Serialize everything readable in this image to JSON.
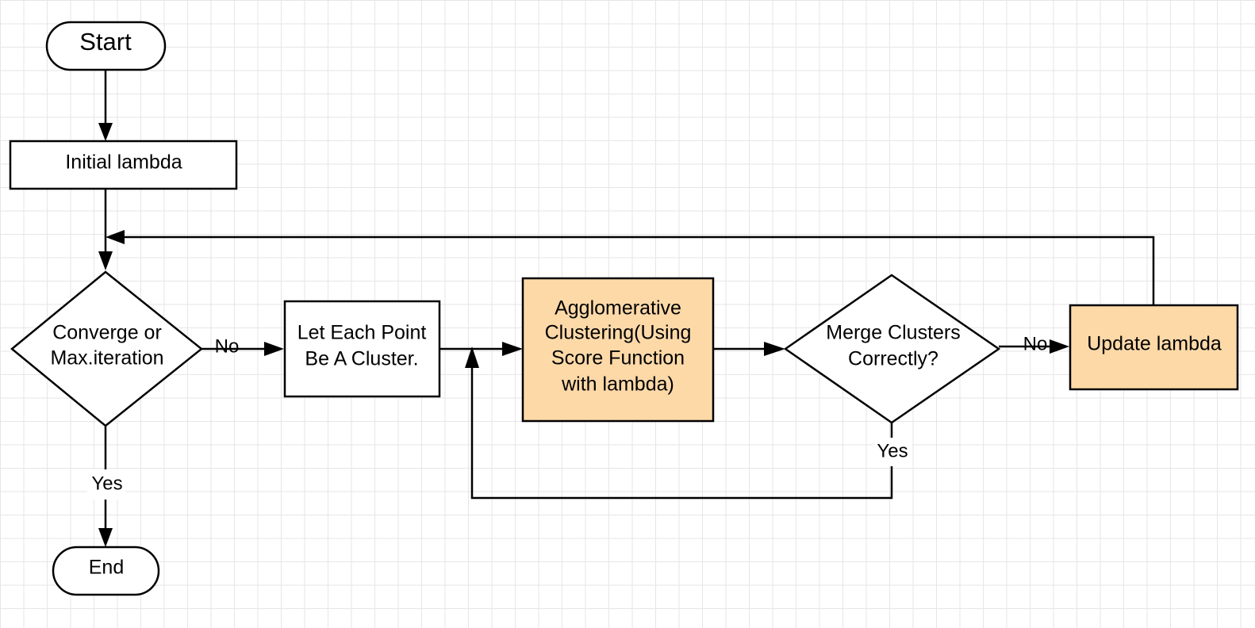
{
  "colors": {
    "highlight": "#fdd9a8",
    "default": "#ffffff",
    "line": "#000000"
  },
  "nodes": {
    "start": {
      "label": "Start"
    },
    "initial": {
      "label": "Initial lambda"
    },
    "converge": {
      "line1": "Converge or",
      "line2": "Max.iteration"
    },
    "each_point": {
      "line1": "Let Each Point",
      "line2": "Be A Cluster."
    },
    "agglomerative": {
      "line1": "Agglomerative",
      "line2": "Clustering(Using",
      "line3": "Score Function",
      "line4": "with lambda)"
    },
    "merge": {
      "line1": "Merge Clusters",
      "line2": "Correctly?"
    },
    "update": {
      "label": "Update lambda"
    },
    "end": {
      "label": "End"
    }
  },
  "edges": {
    "converge_no": "No",
    "converge_yes": "Yes",
    "merge_no": "No",
    "merge_yes": "Yes"
  }
}
